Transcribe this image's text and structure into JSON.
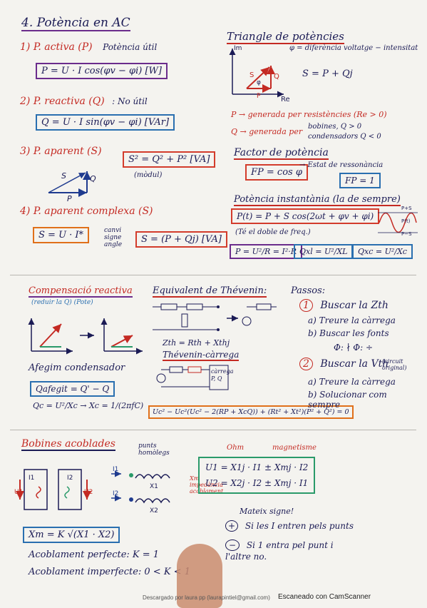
{
  "section4": {
    "title": "4. Potència en AC",
    "p1": {
      "label": "1) P. activa (P)",
      "desc": "Potència útil",
      "formula": "P = U · I cos(φv − φi)  [W]"
    },
    "p2": {
      "label": "2) P. reactiva (Q)",
      "desc": ": No útil",
      "formula": "Q = U · I sin(φv − φi)  [VAr]"
    },
    "p3": {
      "label": "3) P. aparent (S)",
      "formula": "S² = Q² + P²  [VA]",
      "note": "(mòdul)",
      "S": "S",
      "Q": "Q",
      "P": "P"
    },
    "p4": {
      "label": "4) P. aparent complexa (S)",
      "formula1": "S = U · I*",
      "note": "canvi signe angle",
      "formula2": "S = (P + Qj)  [VA]"
    }
  },
  "triangle": {
    "title": "Triangle de potències",
    "axis_im": "Im",
    "axis_re": "Re",
    "phi_def": "φ = diferència voltatge − intensitat",
    "s_eq": "S = P + Qj",
    "lbl_S": "S",
    "lbl_Q": "Q",
    "lbl_P": "P",
    "lbl_phi": "φ",
    "p_gen": "P → generada per resistències (Re > 0)",
    "q_gen": "Q → generada per",
    "q_bob": "bobines, Q > 0",
    "q_cond": "condensadors Q < 0"
  },
  "factor": {
    "title": "Factor de potència",
    "fp": "FP = cos φ",
    "arrow": "→ Estat de ressonància",
    "fp1": "FP = 1"
  },
  "instant": {
    "title": "Potència instantània (la de sempre)",
    "formula": "P(t) = P + S cos(2ωt + φv + φi)",
    "note": "(Té el doble de freq.)",
    "eq1": "P = U²/R = I²·R",
    "eq2": "Qxl = U²/XL",
    "eq3": "Qxc = U²/Xc",
    "w_ps": "P+S",
    "w_pt": "P(t)",
    "w_pms": "P−S"
  },
  "comp": {
    "title": "Compensació reactiva",
    "subtitle": "(reduir la Q) (Pote)",
    "add": "Afegim condensador",
    "f1": "Qafegit = Q' − Q",
    "f2": "Qc = U²/Xc → Xc = 1/(2πfC)"
  },
  "thevenin": {
    "title": "Equivalent de Thévenin:",
    "zth": "Zth = Rth + Xthj",
    "sub": "Thévenin-càrrega",
    "carrega": "càrrega P, Q",
    "eq": "Uc² − Uc²(Uc² − 2(RP + XcQ)) + (Rt² + Xt²)(P² + Q²) = 0"
  },
  "passos": {
    "title": "Passos:",
    "s1": "Buscar la Zth",
    "s1a": "a) Treure la càrrega",
    "s1b": "b) Buscar les fonts",
    "s1c": "Φ: ∤    Φ: ÷",
    "s2": "Buscar la Vth",
    "s2n": "(circuit original)",
    "s2a": "a) Treure la càrrega",
    "s2b": "b) Solucionar com sempre"
  },
  "bobines": {
    "title": "Bobines acoblades",
    "punts": "punts homòlegs",
    "ohm": "Ohm",
    "magnetisme": "magnetisme",
    "eq1": "U1 = X1j · I1 ± Xmj · I2",
    "eq2": "U2 = X2j · I2 ± Xmj · I1",
    "matrix": "Mateix signe!",
    "plus": "Si les I entren pels punts",
    "minus": "Si 1 entra pel punt i l'altre no.",
    "xm_note": "Xm impedància acoblament",
    "xm": "Xm = K √(X1 · X2)",
    "perf": "Acoblament perfecte: K = 1",
    "imperf": "Acoblament imperfecte: 0 < K < 1",
    "I1": "I1",
    "I2": "I2",
    "U1": "U1",
    "U2": "U2",
    "X1": "X1",
    "X2": "X2"
  },
  "footer": {
    "download": "Descargado por laura pp (laurapintiel@gmail.com)",
    "scanner": "Escaneado con CamScanner"
  }
}
